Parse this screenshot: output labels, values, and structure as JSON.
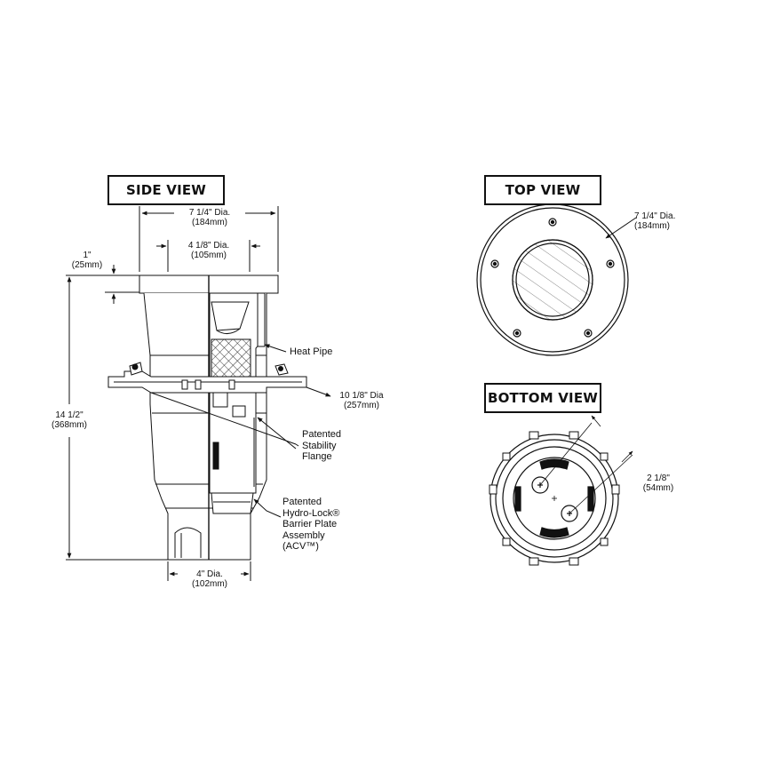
{
  "side_view": {
    "title": "SIDE VIEW",
    "dims": {
      "outer_dia": "7 1/4\" Dia.",
      "outer_dia_mm": "(184mm)",
      "inner_dia": "4 1/8\" Dia.",
      "inner_dia_mm": "(105mm)",
      "rim": "1\"",
      "rim_mm": "(25mm)",
      "height": "14 1/2\"",
      "height_mm": "(368mm)",
      "flange_dia": "10 1/8\" Dia",
      "flange_dia_mm": "(257mm)",
      "outlet_dia": "4\" Dia.",
      "outlet_dia_mm": "(102mm)"
    },
    "callouts": {
      "heat_pipe": "Heat Pipe",
      "stability_flange": [
        "Patented",
        "Stability",
        "Flange"
      ],
      "barrier_plate": [
        "Patented",
        "Hydro-Lock®",
        "Barrier Plate",
        "Assembly",
        "(ACV™)"
      ]
    }
  },
  "top_view": {
    "title": "TOP VIEW",
    "dia": "7 1/4\" Dia.",
    "dia_mm": "(184mm)"
  },
  "bottom_view": {
    "title": "BOTTOM VIEW",
    "dia": "2 1/8\"",
    "dia_mm": "(54mm)"
  }
}
